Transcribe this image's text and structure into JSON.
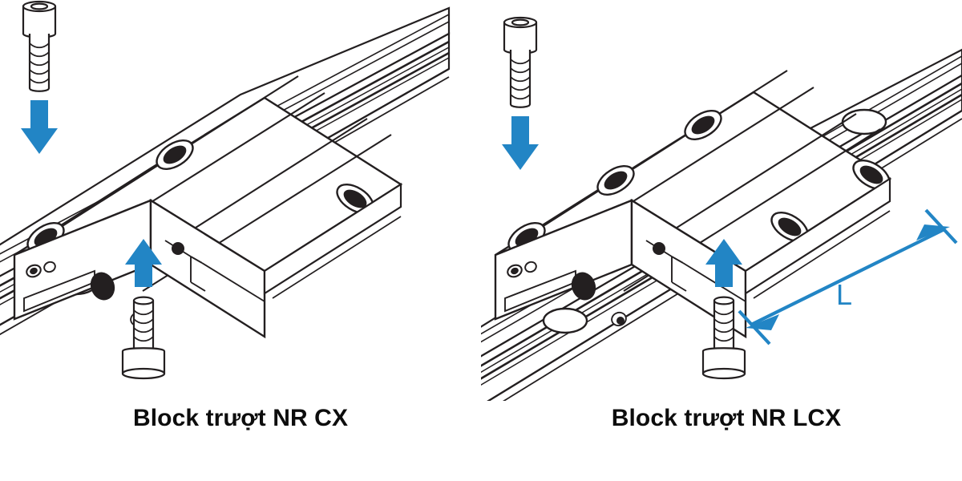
{
  "figure": {
    "type": "technical-line-drawing",
    "subject": "linear motion guide carriage blocks on profile rail",
    "background_color": "#ffffff",
    "line_color": "#231f20",
    "accent_color": "#2285c5",
    "text_color": "#0d0d0d"
  },
  "panels": [
    {
      "id": "left",
      "caption": "Block trượt NR CX",
      "block_type": "flange carriage",
      "mounting_holes_visible": 4,
      "screws": [
        {
          "name": "top-socket-head-cap-screw",
          "orientation": "pointing-down"
        },
        {
          "name": "bottom-socket-head-cap-screw",
          "orientation": "pointing-up"
        }
      ],
      "arrows": [
        {
          "name": "top-assembly-arrow",
          "direction": "down",
          "color": "#2285c5"
        },
        {
          "name": "bottom-assembly-arrow",
          "direction": "up",
          "color": "#2285c5"
        }
      ],
      "dimension_labels": []
    },
    {
      "id": "right",
      "caption": "Block trượt NR LCX",
      "block_type": "long flange carriage",
      "mounting_holes_visible": 6,
      "screws": [
        {
          "name": "top-socket-head-cap-screw",
          "orientation": "pointing-down"
        },
        {
          "name": "bottom-socket-head-cap-screw",
          "orientation": "pointing-up"
        }
      ],
      "arrows": [
        {
          "name": "top-assembly-arrow",
          "direction": "down",
          "color": "#2285c5"
        },
        {
          "name": "bottom-assembly-arrow",
          "direction": "up",
          "color": "#2285c5"
        }
      ],
      "dimension_labels": [
        {
          "name": "length-dimension",
          "label": "L",
          "style": "double-headed-arrow",
          "color": "#2285c5"
        }
      ]
    }
  ]
}
